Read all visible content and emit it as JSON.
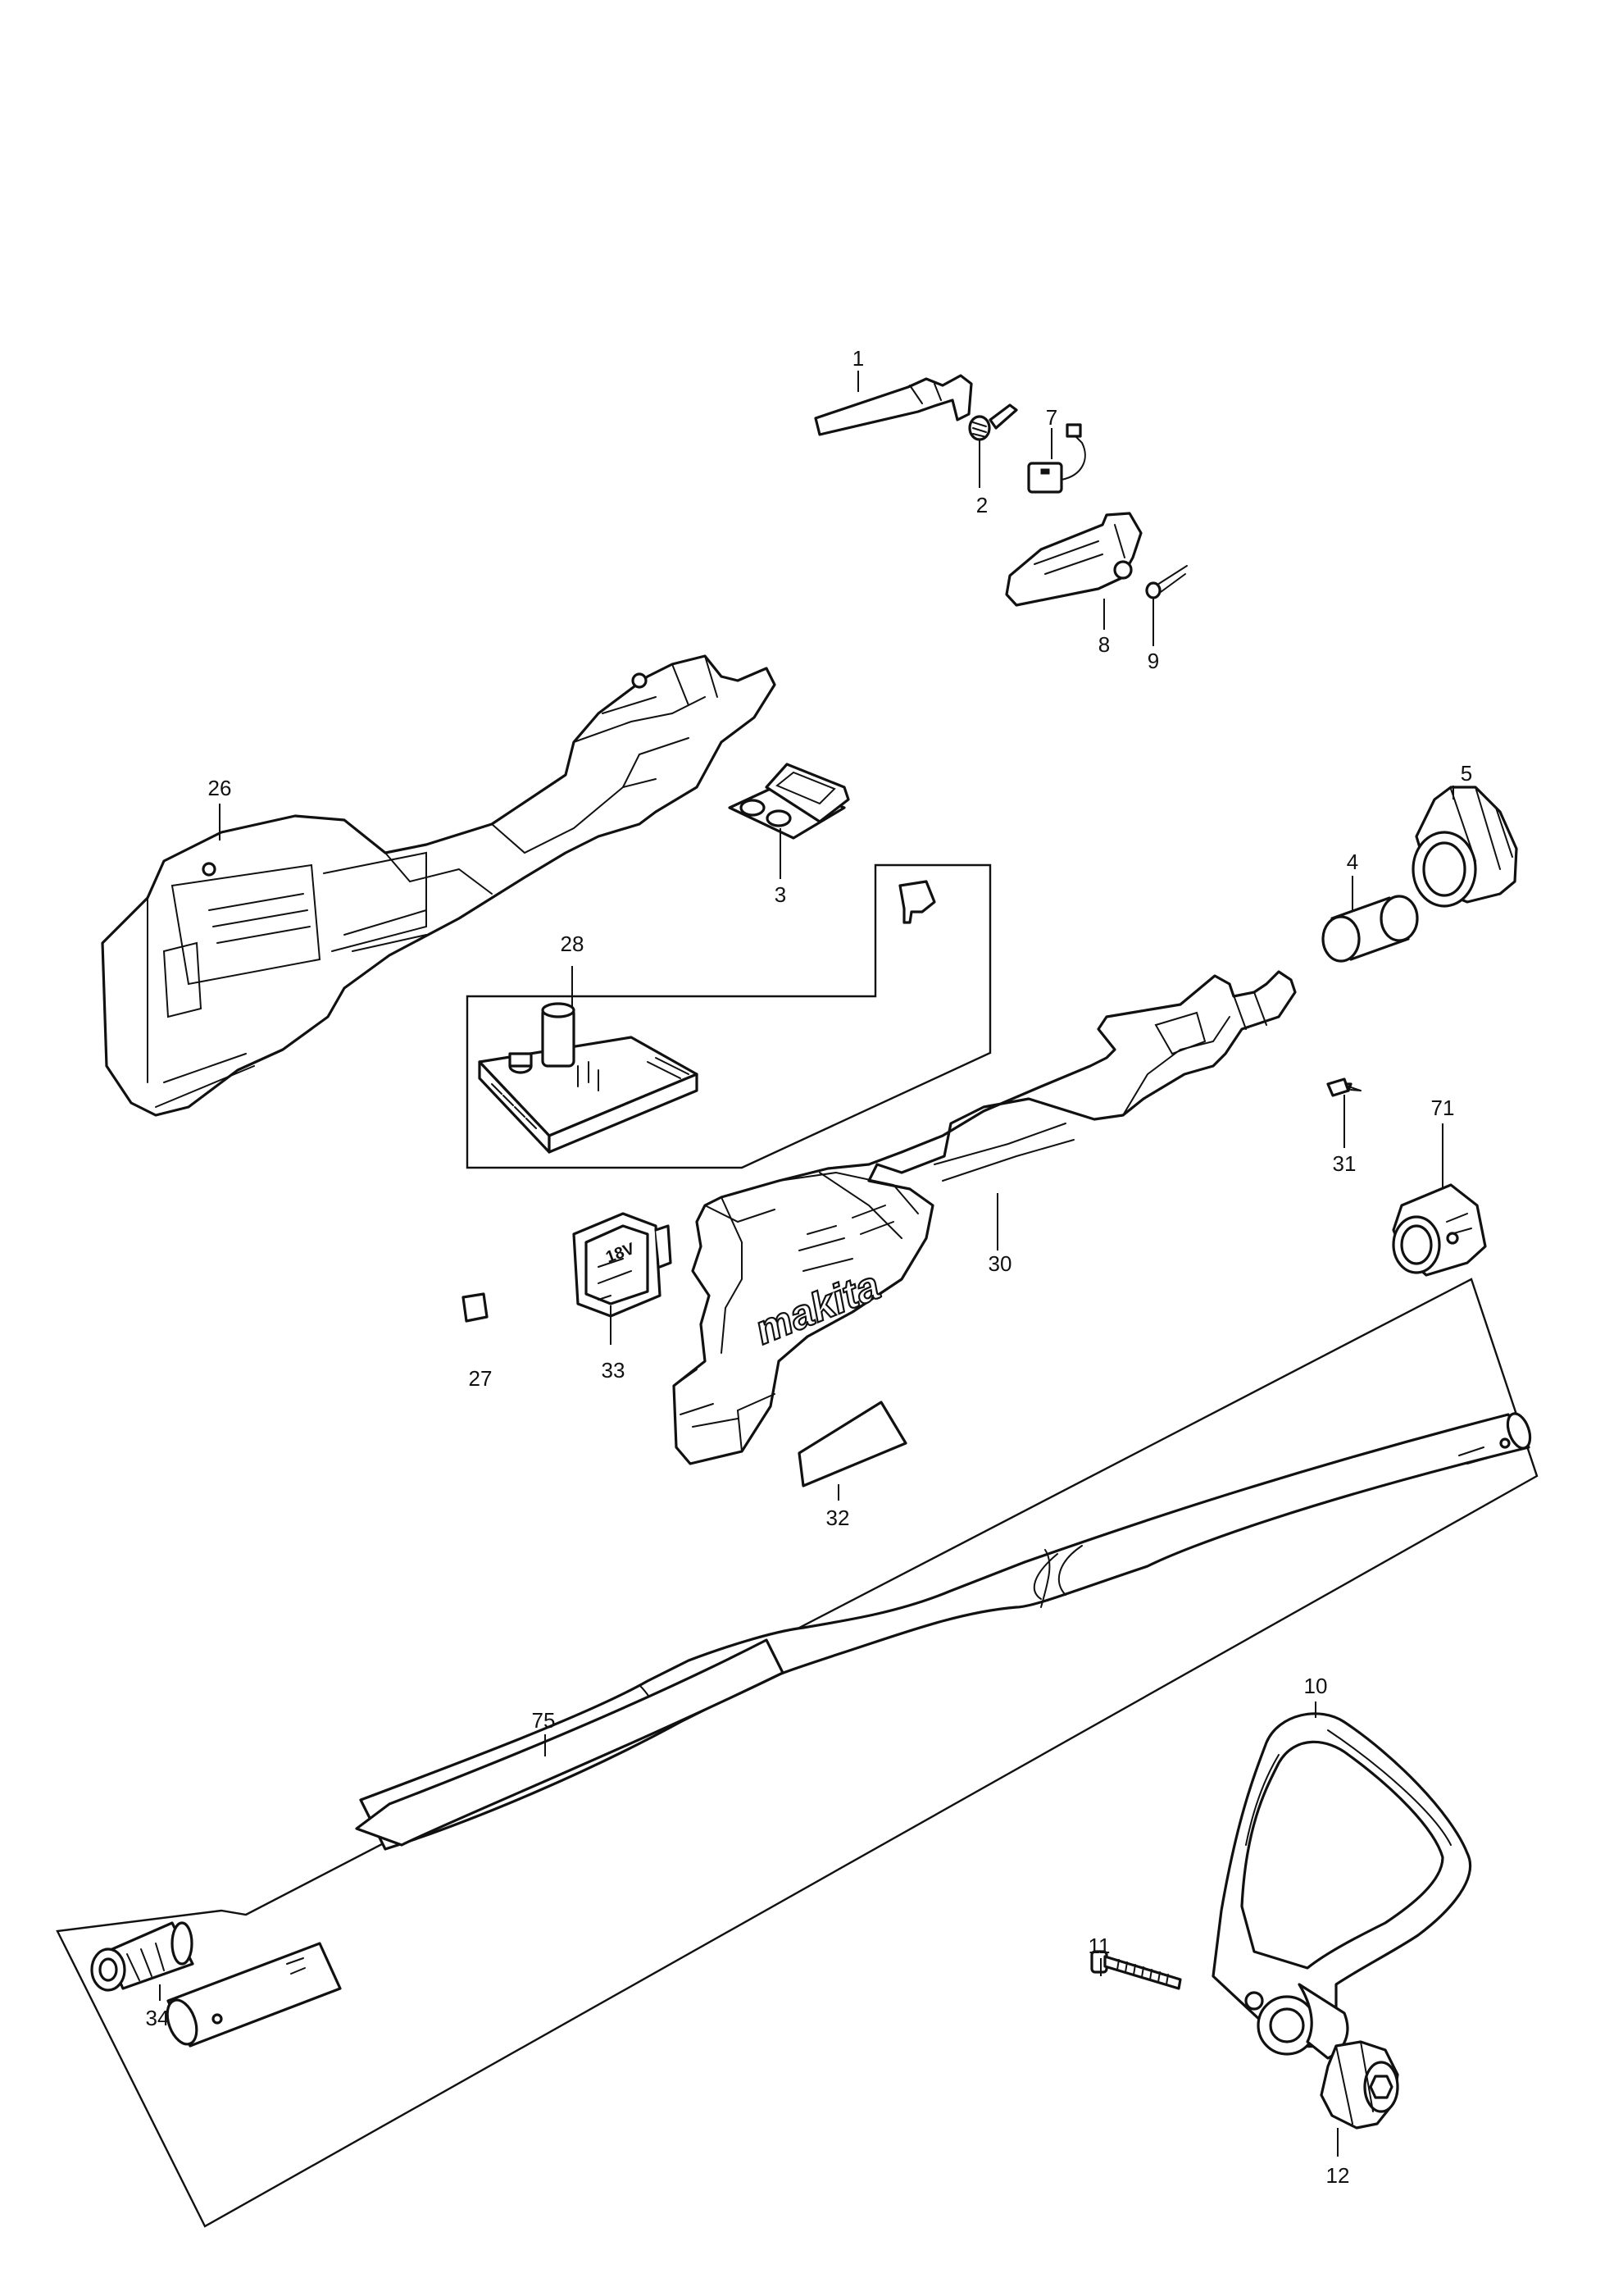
{
  "diagram": {
    "brand_logo": "makita",
    "label_marking": "18V",
    "callouts": {
      "c1": "1",
      "c2": "2",
      "c3": "3",
      "c4": "4",
      "c5": "5",
      "c7": "7",
      "c8": "8",
      "c9": "9",
      "c10": "10",
      "c11": "11",
      "c12": "12",
      "c26": "26",
      "c27": "27",
      "c28": "28",
      "c30": "30",
      "c31": "31",
      "c32": "32",
      "c33": "33",
      "c34": "34",
      "c71": "71",
      "c75": "75"
    }
  }
}
